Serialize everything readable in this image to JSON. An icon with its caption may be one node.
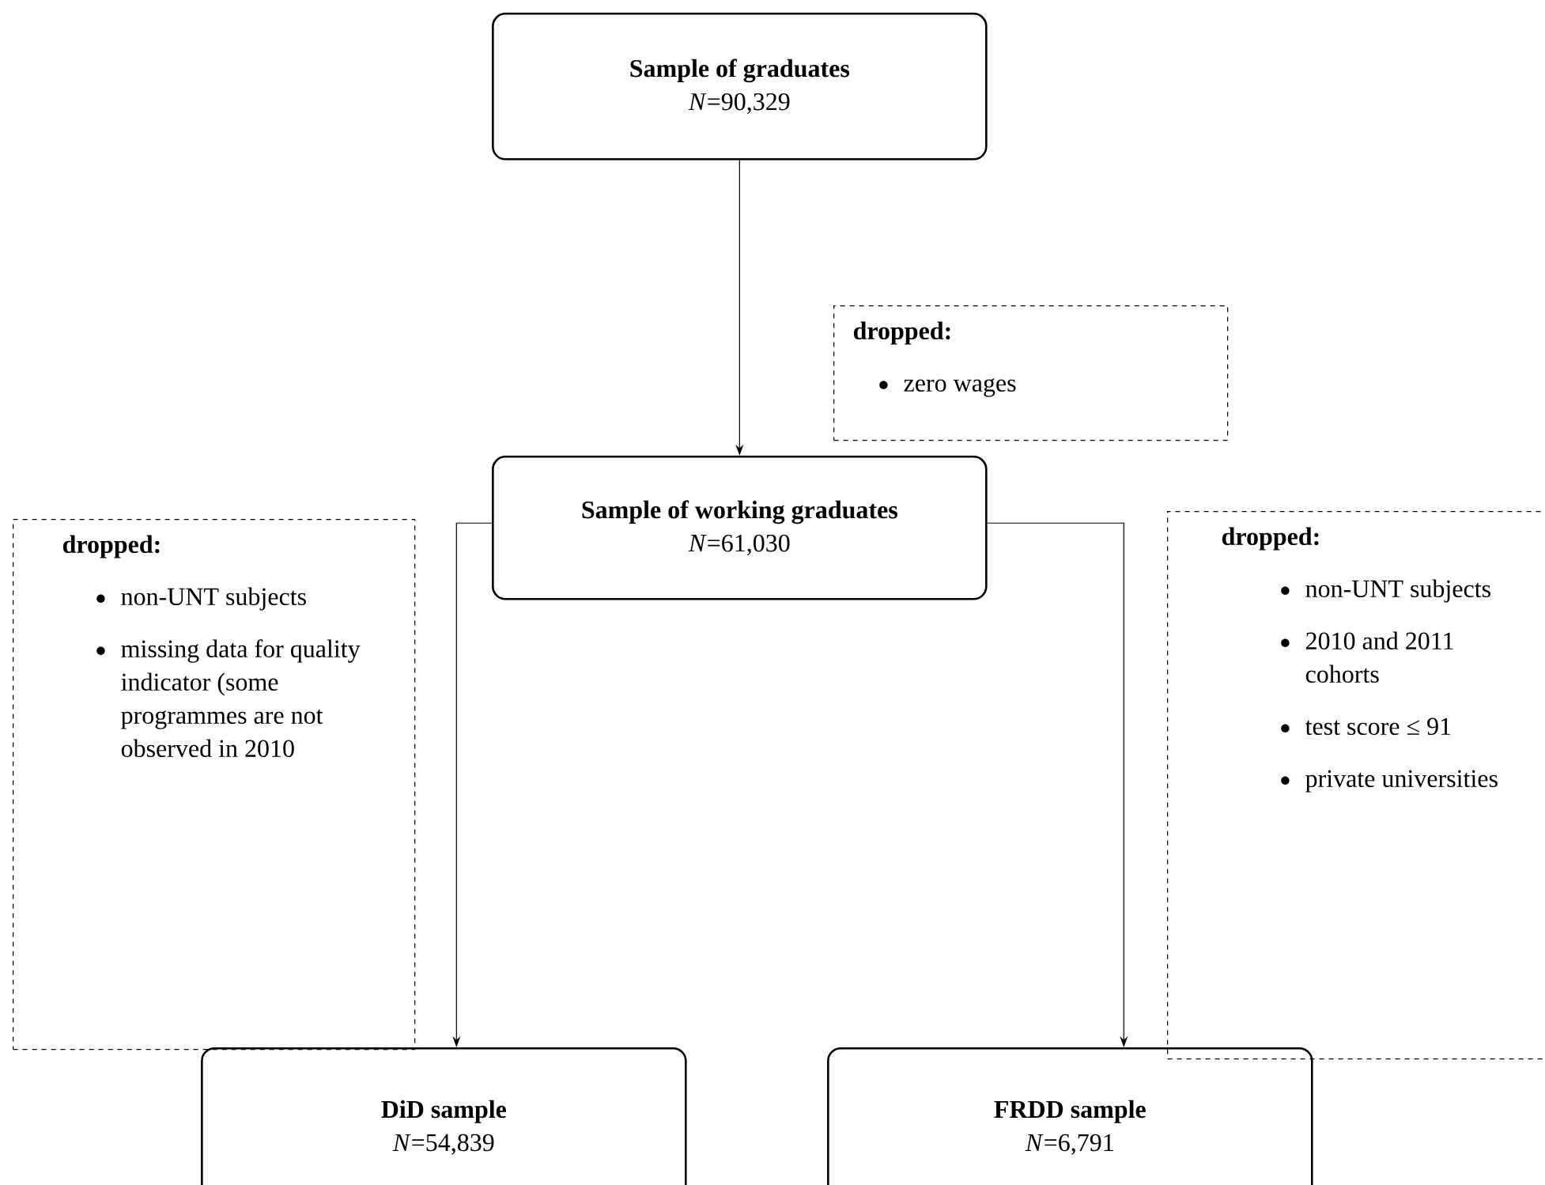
{
  "diagram": {
    "nodes": [
      {
        "text": [
          "Sample of graduates",
          "*N*=90,329"
        ]
      },
      {
        "text": [
          "dropped:",
          "zero wages"
        ]
      },
      {
        "text": [
          "Sample of working graduates",
          "*N*=61,030"
        ]
      },
      {
        "text": [
          "dropped:",
          "non-UNT subjects",
          "missing data for quality indicator (some programmes are not observed in 2010"
        ]
      },
      {
        "text": [
          "dropped:",
          "non-UNT subjects",
          "2010 and 2011 cohorts",
          "test score ≤ 91",
          "private universities"
        ]
      },
      {
        "text": [
          "DiD sample",
          "*N*=54,839"
        ]
      },
      {
        "text": [
          "FRDD sample",
          "*N*=6,791"
        ]
      }
    ],
    "edges": [
      {
        "from": 0,
        "to": 2,
        "arrow": "to"
      },
      {
        "from": 2,
        "to": 5,
        "arrow": "to"
      },
      {
        "from": 2,
        "to": 6,
        "arrow": "to"
      }
    ]
  }
}
